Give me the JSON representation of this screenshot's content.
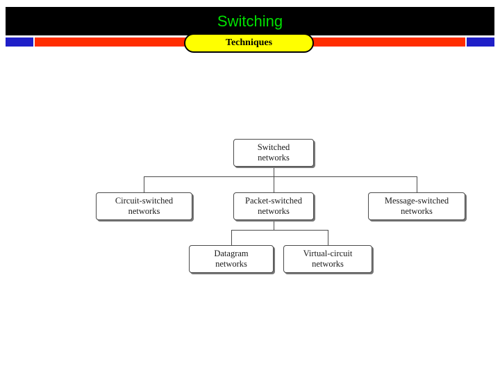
{
  "slide": {
    "title": "Switching",
    "subtitle": "Techniques",
    "colors": {
      "header_background": "#000000",
      "title_text": "#00e000",
      "subtitle_background": "#ffff00",
      "subtitle_text": "#000000",
      "stripe_blue": "#1f1fc8",
      "stripe_red": "#ff2d00",
      "page_background": "#ffffff"
    }
  },
  "diagram": {
    "type": "tree",
    "nodes": [
      {
        "id": "switched",
        "line1": "Switched",
        "line2": "networks"
      },
      {
        "id": "circuit",
        "line1": "Circuit-switched",
        "line2": "networks"
      },
      {
        "id": "packet",
        "line1": "Packet-switched",
        "line2": "networks"
      },
      {
        "id": "message",
        "line1": "Message-switched",
        "line2": "networks"
      },
      {
        "id": "datagram",
        "line1": "Datagram",
        "line2": "networks"
      },
      {
        "id": "virtual",
        "line1": "Virtual-circuit",
        "line2": "networks"
      }
    ],
    "edges": [
      {
        "from": "switched",
        "to": "circuit"
      },
      {
        "from": "switched",
        "to": "packet"
      },
      {
        "from": "switched",
        "to": "message"
      },
      {
        "from": "packet",
        "to": "datagram"
      },
      {
        "from": "packet",
        "to": "virtual"
      }
    ]
  }
}
